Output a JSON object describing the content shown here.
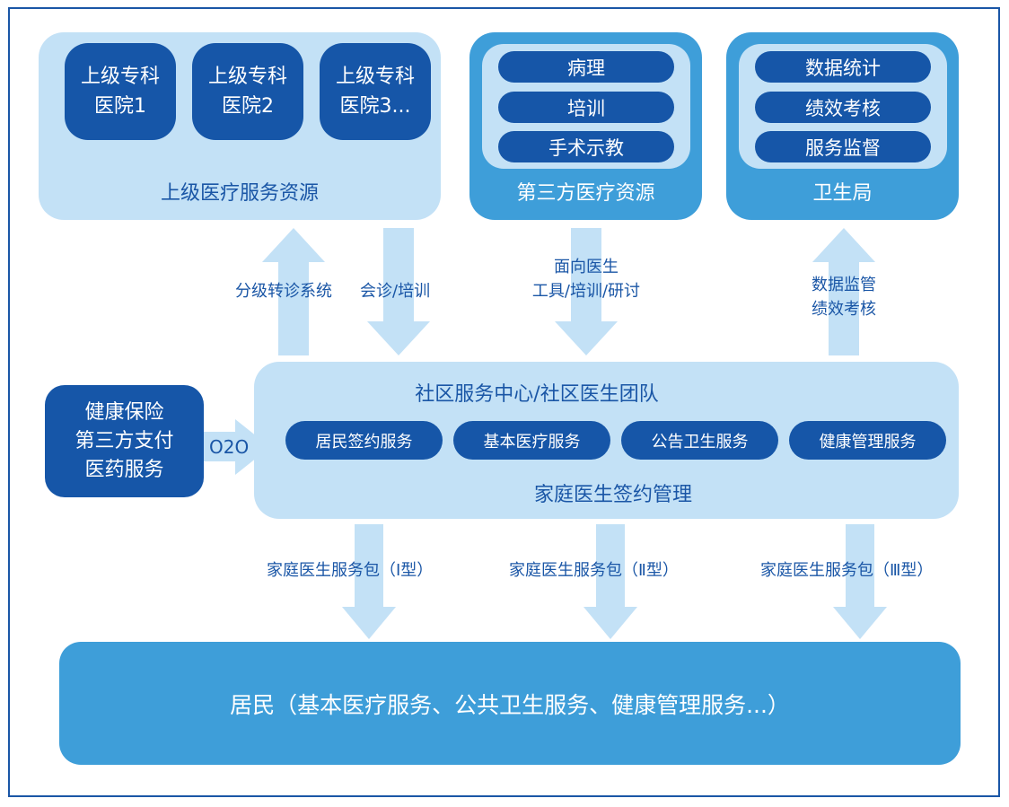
{
  "colors": {
    "border": "#1a56a6",
    "dark_blue": "#1656a8",
    "mid_blue": "#3e9ed9",
    "light_blue": "#c3e1f6",
    "arrow": "#c3e1f6",
    "text_dark": "#1a56a6",
    "text_white": "#ffffff"
  },
  "top": {
    "upper_resources": {
      "title": "上级医疗服务资源",
      "hospitals": [
        {
          "line1": "上级专科",
          "line2": "医院1"
        },
        {
          "line1": "上级专科",
          "line2": "医院2"
        },
        {
          "line1": "上级专科",
          "line2": "医院3..."
        }
      ]
    },
    "third_party": {
      "title": "第三方医疗资源",
      "items": [
        "病理",
        "培训",
        "手术示教"
      ]
    },
    "health_bureau": {
      "title": "卫生局",
      "items": [
        "数据统计",
        "绩效考核",
        "服务监督"
      ]
    }
  },
  "arrows": {
    "referral": "分级转诊系统",
    "consult": "会诊/培训",
    "doctor_tools": {
      "line1": "面向医生",
      "line2": "工具/培训/研讨"
    },
    "supervision": {
      "line1": "数据监管",
      "line2": "绩效考核"
    },
    "o2o": "O2O",
    "packages": [
      "家庭医生服务包（Ⅰ型）",
      "家庭医生服务包（Ⅱ型）",
      "家庭医生服务包（Ⅲ型）"
    ]
  },
  "insurance": {
    "lines": [
      "健康保险",
      "第三方支付",
      "医药服务"
    ]
  },
  "community": {
    "title": "社区服务中心/社区医生团队",
    "services": [
      "居民签约服务",
      "基本医疗服务",
      "公告卫生服务",
      "健康管理服务"
    ],
    "footer": "家庭医生签约管理"
  },
  "residents": {
    "label": "居民（基本医疗服务、公共卫生服务、健康管理服务...）"
  }
}
